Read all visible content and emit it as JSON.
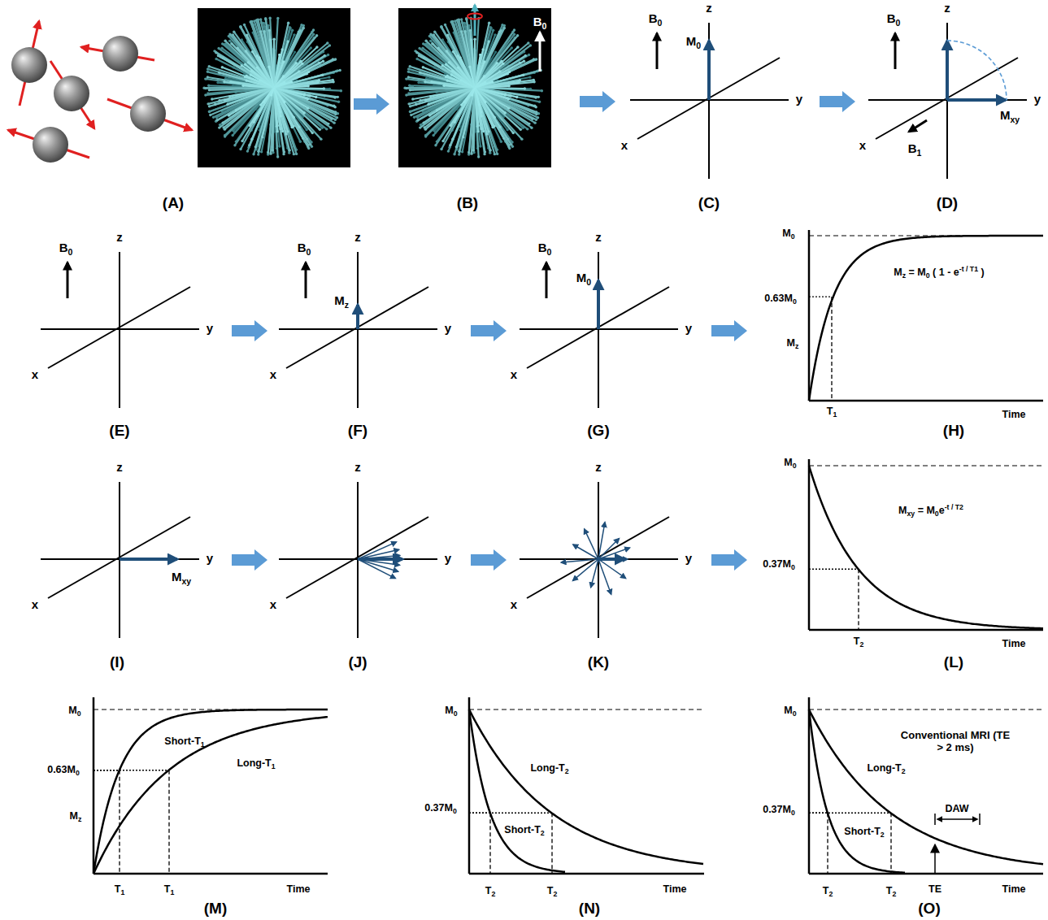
{
  "diagram": {
    "labels": [
      "B0",
      "z",
      "B0",
      "M0",
      "y",
      "x",
      "z",
      "B0",
      "y",
      "Mxy",
      "x",
      "B1",
      "(A)",
      "(B)",
      "(C)",
      "(D)",
      "z",
      "B0",
      "y",
      "x",
      "z",
      "B0",
      "Mz",
      "y",
      "x",
      "z",
      "B0",
      "M0",
      "y",
      "x",
      "M0",
      "Mz = M0 ( 1 - e-t / T1 )",
      "0.63M0",
      "Mz",
      "T1",
      "Time",
      "(E)",
      "(F)",
      "(G)",
      "(H)",
      "z",
      "y",
      "Mxy",
      "x",
      "z",
      "y",
      "x",
      "z",
      "y",
      "x",
      "M0",
      "Mxy = M0e-t / T2",
      "0.37M0",
      "T2",
      "Time",
      "(I)",
      "(J)",
      "(K)",
      "(L)",
      "M0",
      "Short-T1",
      "0.63M0",
      "Long-T1",
      "Mz",
      "T1",
      "T1",
      "Time",
      "M0",
      "Long-T2",
      "0.37M0",
      "Short-T2",
      "T2",
      "T2",
      "Time",
      "M0",
      "Conventional MRI (TE > 2 ms)",
      "Long-T2",
      "0.37M0",
      "DAW",
      "Short-T2",
      "T2",
      "T2",
      "TE",
      "Time",
      "(M)",
      "(N)",
      "(O)"
    ]
  }
}
